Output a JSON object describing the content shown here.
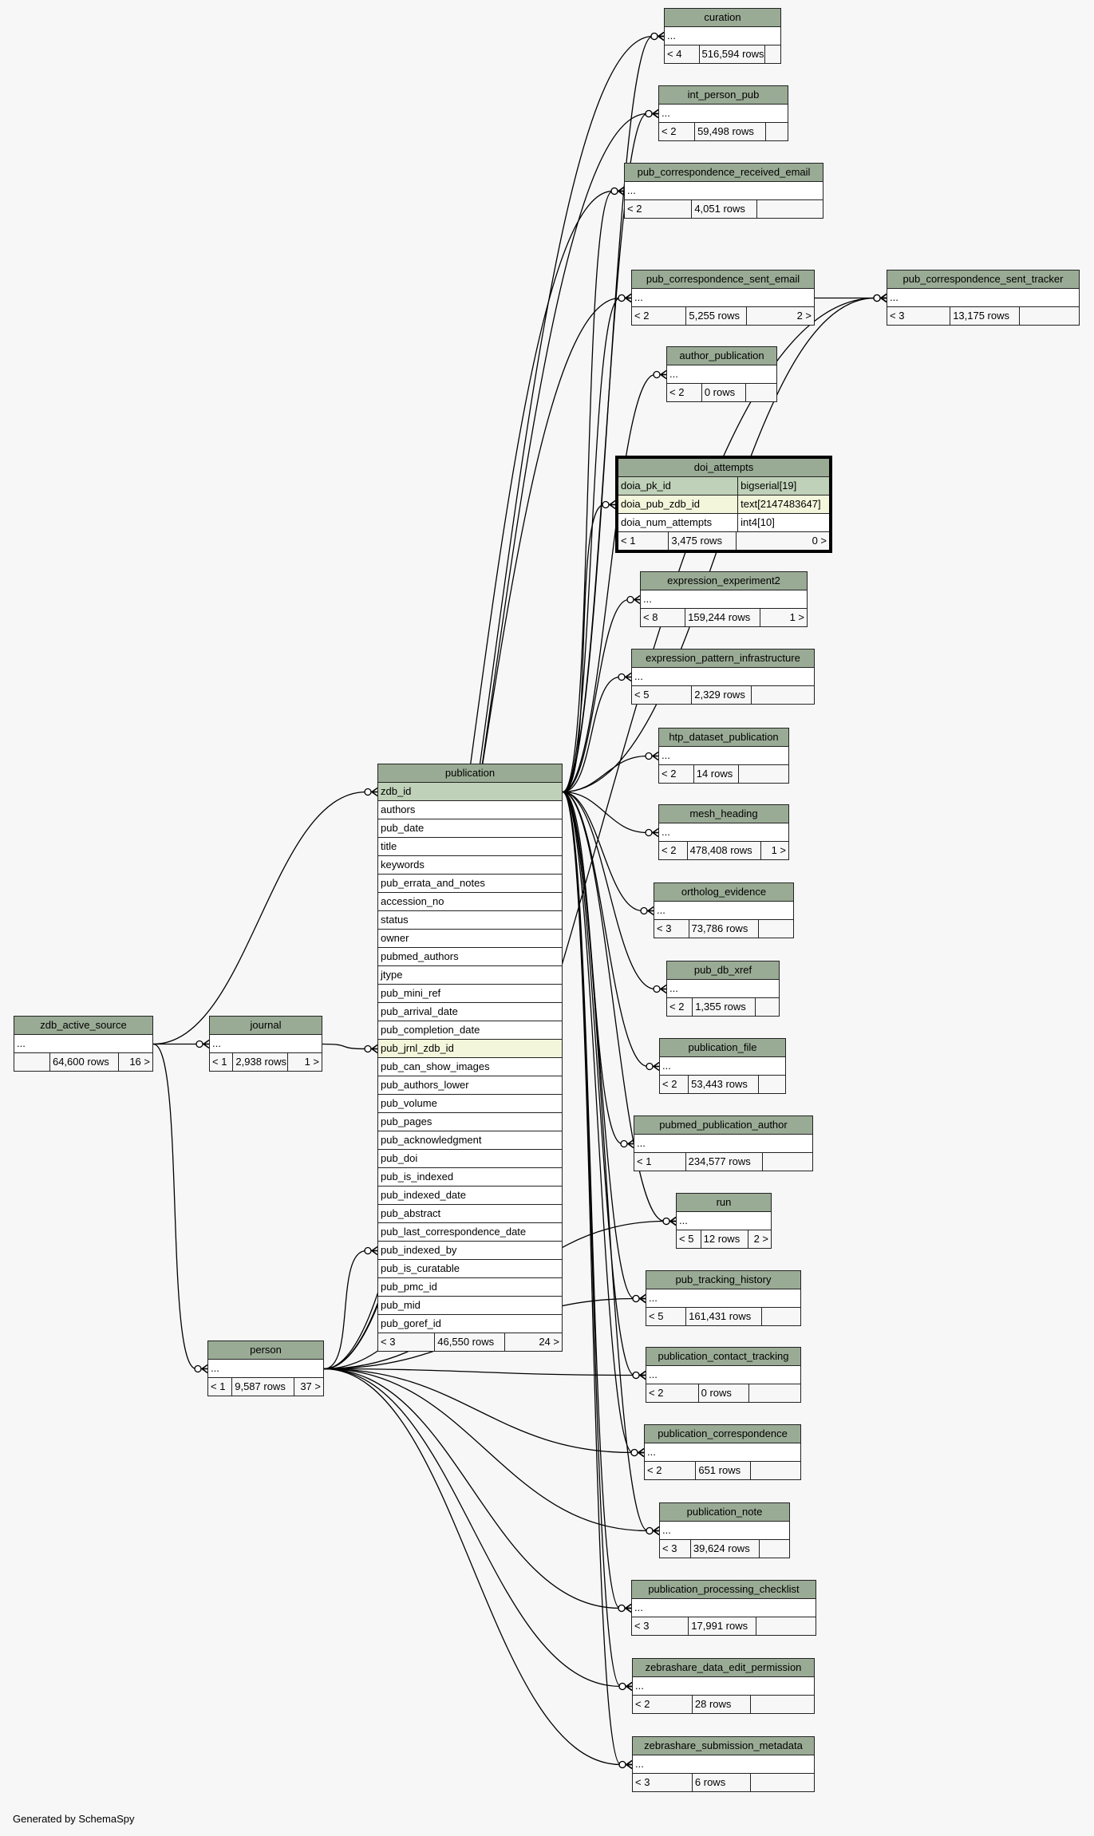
{
  "credit": "Generated by SchemaSpy",
  "colors": {
    "header": "#9aab95",
    "primary_key": "#bfd1b8",
    "foreign_key": "#f4f6dc",
    "background": "#f7f7f7"
  },
  "tables": {
    "curation": {
      "name": "curation",
      "columns": [
        "..."
      ],
      "footer": [
        "< 4",
        "516,594 rows",
        ""
      ]
    },
    "int_person_pub": {
      "name": "int_person_pub",
      "columns": [
        "..."
      ],
      "footer": [
        "< 2",
        "59,498 rows",
        ""
      ]
    },
    "pub_correspondence_received_email": {
      "name": "pub_correspondence_received_email",
      "columns": [
        "..."
      ],
      "footer": [
        "< 2",
        "4,051 rows",
        ""
      ]
    },
    "pub_correspondence_sent_email": {
      "name": "pub_correspondence_sent_email",
      "columns": [
        "..."
      ],
      "footer": [
        "< 2",
        "5,255 rows",
        "2 >"
      ]
    },
    "pub_correspondence_sent_tracker": {
      "name": "pub_correspondence_sent_tracker",
      "columns": [
        "..."
      ],
      "footer": [
        "< 3",
        "13,175 rows",
        ""
      ]
    },
    "author_publication": {
      "name": "author_publication",
      "columns": [
        "..."
      ],
      "footer": [
        "< 2",
        "0 rows",
        ""
      ]
    },
    "doi_attempts": {
      "name": "doi_attempts",
      "columns": [
        {
          "name": "doia_pk_id",
          "type": "bigserial[19]",
          "key": "pk"
        },
        {
          "name": "doia_pub_zdb_id",
          "type": "text[2147483647]",
          "key": "fk"
        },
        {
          "name": "doia_num_attempts",
          "type": "int4[10]",
          "key": ""
        }
      ],
      "footer": [
        "< 1",
        "3,475 rows",
        "0 >"
      ]
    },
    "expression_experiment2": {
      "name": "expression_experiment2",
      "columns": [
        "..."
      ],
      "footer": [
        "< 8",
        "159,244 rows",
        "1 >"
      ]
    },
    "expression_pattern_infrastructure": {
      "name": "expression_pattern_infrastructure",
      "columns": [
        "..."
      ],
      "footer": [
        "< 5",
        "2,329 rows",
        ""
      ]
    },
    "htp_dataset_publication": {
      "name": "htp_dataset_publication",
      "columns": [
        "..."
      ],
      "footer": [
        "< 2",
        "14 rows",
        ""
      ]
    },
    "mesh_heading": {
      "name": "mesh_heading",
      "columns": [
        "..."
      ],
      "footer": [
        "< 2",
        "478,408 rows",
        "1 >"
      ]
    },
    "ortholog_evidence": {
      "name": "ortholog_evidence",
      "columns": [
        "..."
      ],
      "footer": [
        "< 3",
        "73,786 rows",
        ""
      ]
    },
    "pub_db_xref": {
      "name": "pub_db_xref",
      "columns": [
        "..."
      ],
      "footer": [
        "< 2",
        "1,355 rows",
        ""
      ]
    },
    "publication_file": {
      "name": "publication_file",
      "columns": [
        "..."
      ],
      "footer": [
        "< 2",
        "53,443 rows",
        ""
      ]
    },
    "pubmed_publication_author": {
      "name": "pubmed_publication_author",
      "columns": [
        "..."
      ],
      "footer": [
        "< 1",
        "234,577 rows",
        ""
      ]
    },
    "run": {
      "name": "run",
      "columns": [
        "..."
      ],
      "footer": [
        "< 5",
        "12 rows",
        "2 >"
      ]
    },
    "pub_tracking_history": {
      "name": "pub_tracking_history",
      "columns": [
        "..."
      ],
      "footer": [
        "< 5",
        "161,431 rows",
        ""
      ]
    },
    "publication_contact_tracking": {
      "name": "publication_contact_tracking",
      "columns": [
        "..."
      ],
      "footer": [
        "< 2",
        "0 rows",
        ""
      ]
    },
    "publication_correspondence": {
      "name": "publication_correspondence",
      "columns": [
        "..."
      ],
      "footer": [
        "< 2",
        "651 rows",
        ""
      ]
    },
    "publication_note": {
      "name": "publication_note",
      "columns": [
        "..."
      ],
      "footer": [
        "< 3",
        "39,624 rows",
        ""
      ]
    },
    "publication_processing_checklist": {
      "name": "publication_processing_checklist",
      "columns": [
        "..."
      ],
      "footer": [
        "< 3",
        "17,991 rows",
        ""
      ]
    },
    "zebrashare_data_edit_permission": {
      "name": "zebrashare_data_edit_permission",
      "columns": [
        "..."
      ],
      "footer": [
        "< 2",
        "28 rows",
        ""
      ]
    },
    "zebrashare_submission_metadata": {
      "name": "zebrashare_submission_metadata",
      "columns": [
        "..."
      ],
      "footer": [
        "< 3",
        "6 rows",
        ""
      ]
    },
    "publication": {
      "name": "publication",
      "columns": [
        {
          "name": "zdb_id",
          "key": "pk"
        },
        {
          "name": "authors"
        },
        {
          "name": "pub_date"
        },
        {
          "name": "title"
        },
        {
          "name": "keywords"
        },
        {
          "name": "pub_errata_and_notes"
        },
        {
          "name": "accession_no"
        },
        {
          "name": "status"
        },
        {
          "name": "owner"
        },
        {
          "name": "pubmed_authors"
        },
        {
          "name": "jtype"
        },
        {
          "name": "pub_mini_ref"
        },
        {
          "name": "pub_arrival_date"
        },
        {
          "name": "pub_completion_date"
        },
        {
          "name": "pub_jrnl_zdb_id",
          "key": "fk"
        },
        {
          "name": "pub_can_show_images"
        },
        {
          "name": "pub_authors_lower"
        },
        {
          "name": "pub_volume"
        },
        {
          "name": "pub_pages"
        },
        {
          "name": "pub_acknowledgment"
        },
        {
          "name": "pub_doi"
        },
        {
          "name": "pub_is_indexed"
        },
        {
          "name": "pub_indexed_date"
        },
        {
          "name": "pub_abstract"
        },
        {
          "name": "pub_last_correspondence_date"
        },
        {
          "name": "pub_indexed_by"
        },
        {
          "name": "pub_is_curatable"
        },
        {
          "name": "pub_pmc_id"
        },
        {
          "name": "pub_mid"
        },
        {
          "name": "pub_goref_id"
        }
      ],
      "footer": [
        "< 3",
        "46,550 rows",
        "24 >"
      ]
    },
    "zdb_active_source": {
      "name": "zdb_active_source",
      "columns": [
        "..."
      ],
      "footer": [
        "",
        "64,600 rows",
        "16 >"
      ]
    },
    "journal": {
      "name": "journal",
      "columns": [
        "..."
      ],
      "footer": [
        "< 1",
        "2,938 rows",
        "1 >"
      ]
    },
    "person": {
      "name": "person",
      "columns": [
        "..."
      ],
      "footer": [
        "< 1",
        "9,587 rows",
        "37 >"
      ]
    }
  }
}
